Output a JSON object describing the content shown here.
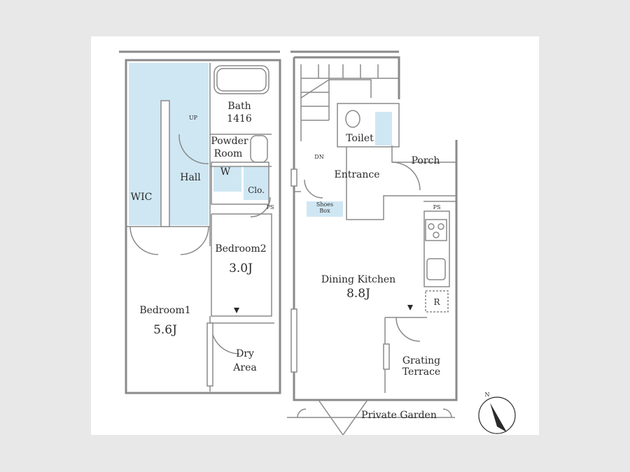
{
  "rooms": {
    "wic": "WIC",
    "hall": "Hall",
    "bath": "Bath",
    "bath_size": "1416",
    "powder": "Powder",
    "powder_room": "Room",
    "washer": "W",
    "closet": "Clo.",
    "ps_left": "PS",
    "bedroom2": "Bedroom2",
    "bedroom2_size": "3.0J",
    "bedroom1": "Bedroom1",
    "bedroom1_size": "5.6J",
    "dry": "Dry",
    "dry_area": "Area",
    "up": "UP",
    "dn": "DN",
    "toilet": "Toilet",
    "entrance": "Entrance",
    "porch": "Porch",
    "shoes": "Shoes",
    "shoes_box": "Box",
    "ps_right": "PS",
    "dining_kitchen": "Dining Kitchen",
    "dining_kitchen_size": "8.8J",
    "fridge": "R",
    "grating": "Grating",
    "grating_terrace": "Terrace",
    "private_garden": "Private Garden",
    "north": "N"
  },
  "colors": {
    "wall": "#8a8a8a",
    "wall_fill": "#ffffff",
    "storage": "#cfe7f3",
    "background": "#e8e8e8"
  }
}
